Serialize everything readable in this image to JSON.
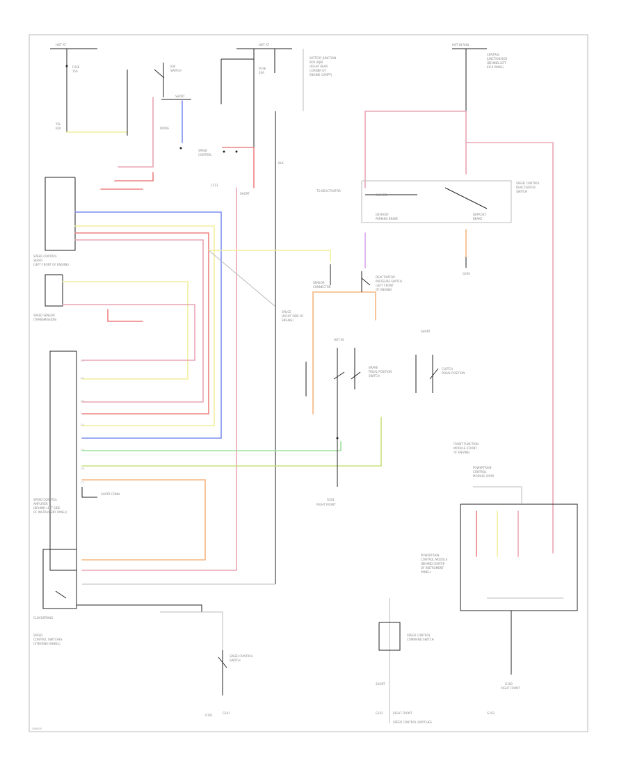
{
  "colors": {
    "pink": "#e9a5b3",
    "red": "#ee8080",
    "blue": "#7c8ff0",
    "yellow": "#f2ee9a",
    "green": "#9fe29f",
    "orange": "#f6b57f",
    "violet": "#d7a3ee",
    "black": "#222222",
    "gray": "#bbbbbb"
  },
  "labels": {
    "corner_code": "G00000",
    "ground_1": "G101",
    "ground_2": "G102",
    "ground_3": "G103"
  }
}
